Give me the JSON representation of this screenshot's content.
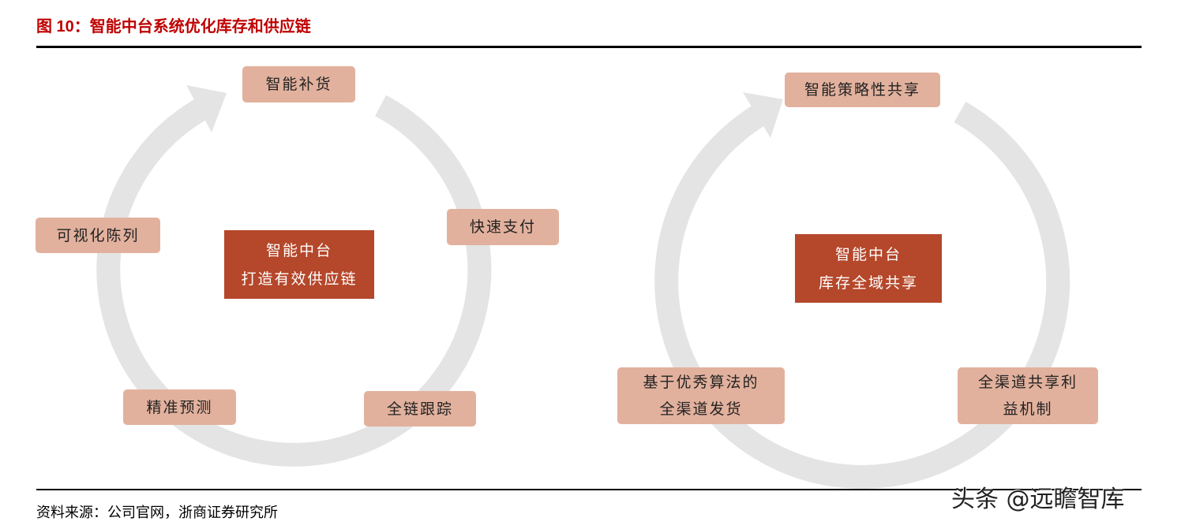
{
  "title": "图 10：智能中台系统优化库存和供应链",
  "left_cycle": {
    "center_lines": [
      "智能中台",
      "打造有效供应链"
    ],
    "nodes": [
      "智能补货",
      "快速支付",
      "全链跟踪",
      "精准预测",
      "可视化陈列"
    ]
  },
  "right_cycle": {
    "center_lines": [
      "智能中台",
      "库存全域共享"
    ],
    "nodes": [
      {
        "lines": [
          "智能策略性共享"
        ]
      },
      {
        "lines": [
          "全渠道共享利",
          "益机制"
        ]
      },
      {
        "lines": [
          "基于优秀算法的",
          "全渠道发货"
        ]
      }
    ]
  },
  "source": "资料来源：公司官网，浙商证券研究所",
  "watermark": "头条 @远瞻智库",
  "colors": {
    "title": "#c00000",
    "node": "#e2b19d",
    "center": "#b5472a",
    "ring": "#e4e4e4"
  }
}
